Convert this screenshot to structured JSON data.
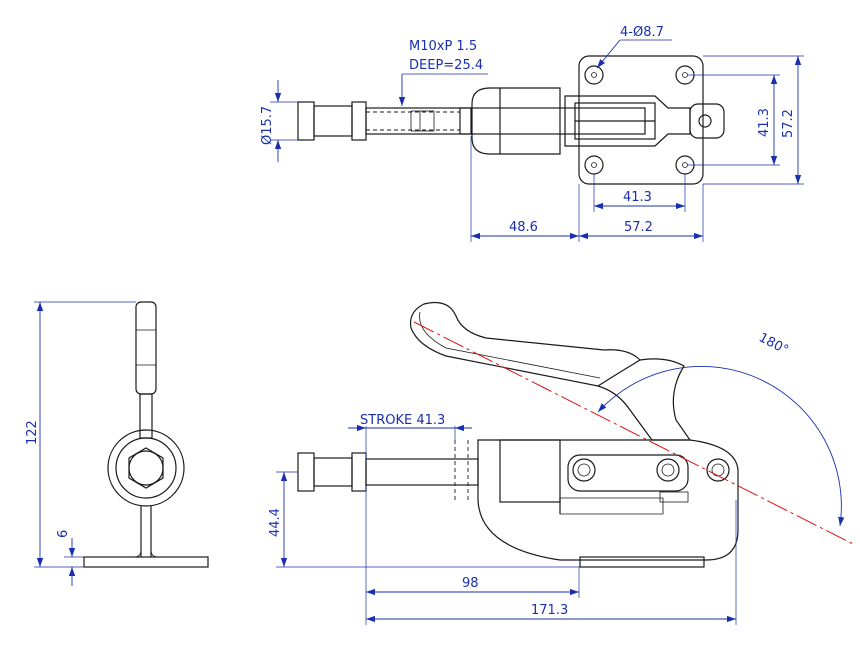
{
  "colors": {
    "dimension": "#1a2fb0",
    "centerline": "#e01010",
    "part_outline": "#1a1a1a",
    "background": "#ffffff"
  },
  "top_view": {
    "thread_callout_line1": "M10xP 1.5",
    "thread_callout_line2": "DEEP=25.4",
    "hole_callout": "4-Ø8.7",
    "dia_plunger": "Ø15.7",
    "dim_41_3_vertical": "41.3",
    "dim_57_2_vertical": "57.2",
    "dim_41_3_horizontal": "41.3",
    "dim_48_6": "48.6",
    "dim_57_2_horizontal": "57.2"
  },
  "end_view": {
    "dim_122": "122",
    "dim_6": "6"
  },
  "side_view": {
    "stroke_label": "STROKE 41.3",
    "angle_label": "180°",
    "dim_44_4": "44.4",
    "dim_98": "98",
    "dim_171_3": "171.3"
  }
}
